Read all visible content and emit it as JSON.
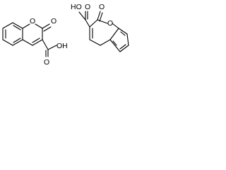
{
  "molecules": [
    {
      "labels": {
        "ring_oxygen": "O",
        "carbonyl_oxygen": "O",
        "acid_group": "OH",
        "acid_oxygen": "O"
      }
    },
    {
      "labels": {
        "acid_group": "HO",
        "acid_oxygen": "O",
        "carbonyl_oxygen": "O",
        "ring_oxygen": "O"
      }
    }
  ]
}
